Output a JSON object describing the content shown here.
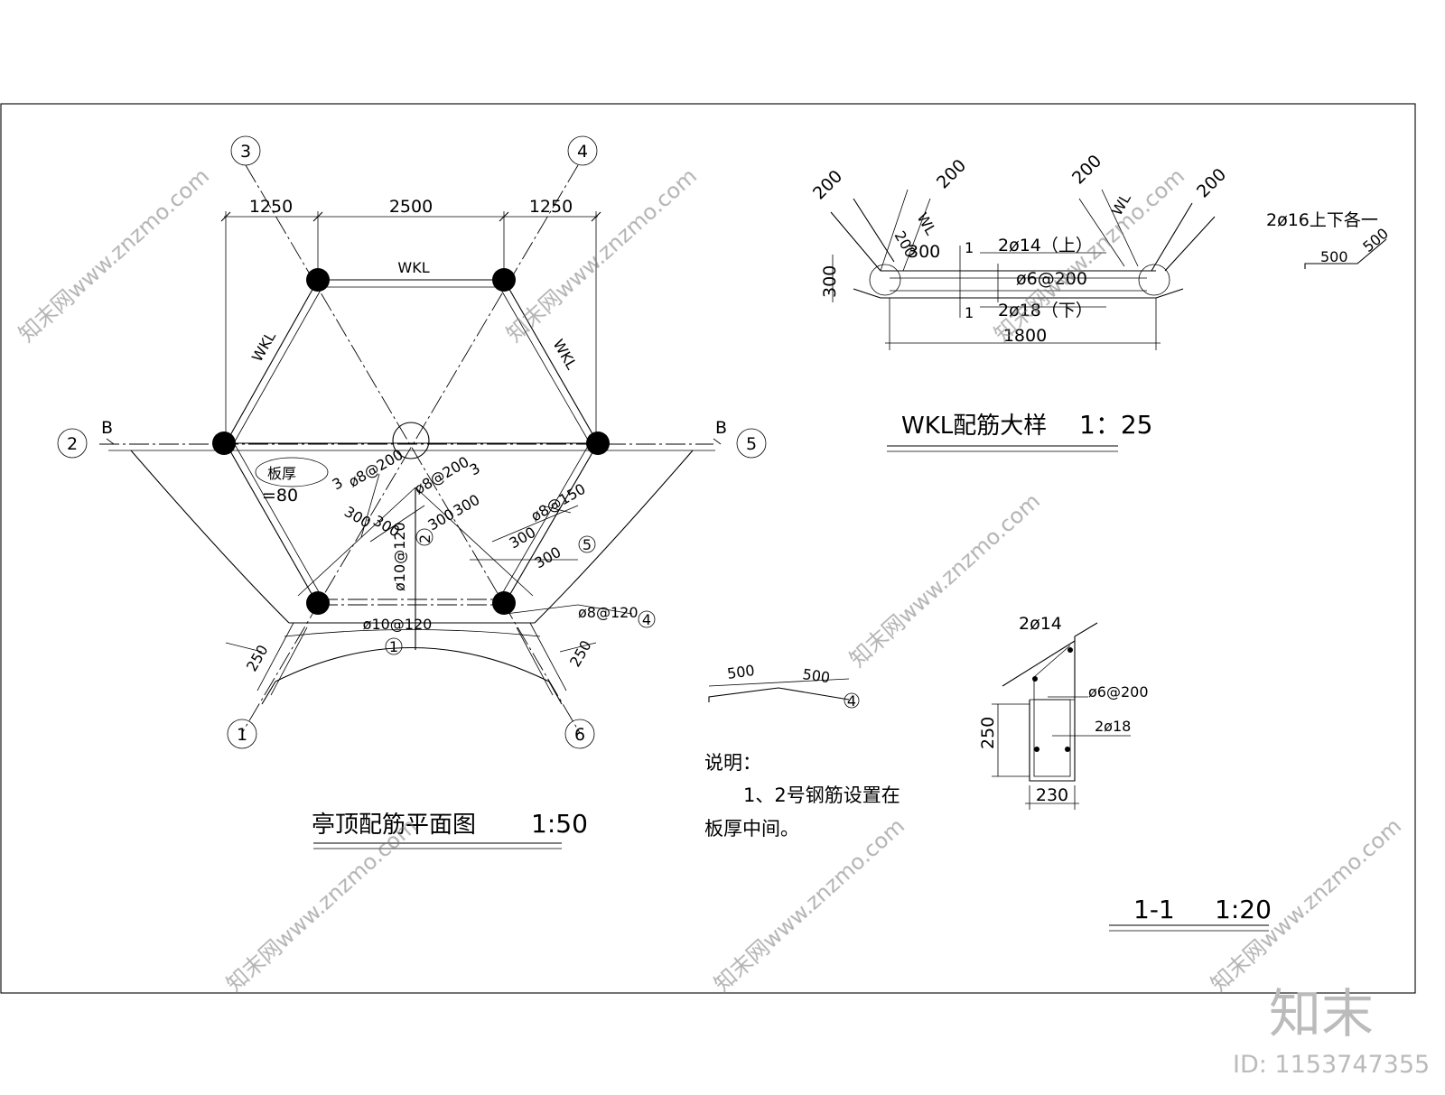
{
  "plan": {
    "title": "亭顶配筋平面图",
    "scale": "1:50",
    "dims_top": [
      "1250",
      "2500",
      "1250"
    ],
    "beam_label": "WKL",
    "section_mark": "B",
    "axes": [
      "1",
      "2",
      "3",
      "4",
      "5",
      "6"
    ],
    "slab_thickness_label": "板厚",
    "slab_thickness_value": "=80",
    "rebar_labels": {
      "r1": "ø10@120",
      "r1_num": "1",
      "r2": "ø10@120",
      "r2_num": "2",
      "r3a": "ø8@200",
      "r3b": "ø8@200",
      "r3_num": "3",
      "r4": "ø8@120",
      "r4_num": "4",
      "r5": "ø8@150",
      "r5_num": "5"
    },
    "rebar_dims": [
      "300",
      "300",
      "300",
      "300",
      "300",
      "300"
    ],
    "edge_dim": "250"
  },
  "wkl_detail": {
    "title": "WKL配筋大样",
    "scale": "1：25",
    "dims": [
      "200",
      "200",
      "200",
      "200",
      "200",
      "300",
      "300",
      "1800"
    ],
    "top_bars": "2ø14（上）",
    "stirrups": "ø6@200",
    "bottom_bars": "2ø18（下）",
    "section_cut": "1",
    "wl_label": "WL",
    "extra_bar": "2ø16上下各一",
    "extra_dims": [
      "500",
      "500"
    ]
  },
  "bar4_detail": {
    "dims": [
      "500",
      "500"
    ],
    "num": "4"
  },
  "notes": {
    "heading": "说明：",
    "line1": "1、2号钢筋设置在",
    "line2": "板厚中间。"
  },
  "section_1_1": {
    "top_bars": "2ø14",
    "stirrups": "ø6@200",
    "bottom_bars": "2ø18",
    "height": "250",
    "width": "230",
    "title": "1-1",
    "scale": "1:20"
  },
  "watermark": {
    "text": "知末网www.znzmo.com",
    "logo": "知末",
    "id": "ID: 1153747355"
  }
}
